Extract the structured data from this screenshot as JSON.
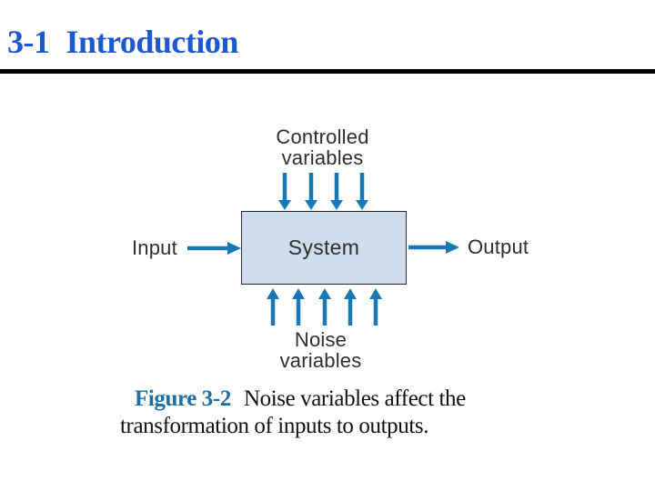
{
  "slide": {
    "title_number": "3-1",
    "title_text": "Introduction"
  },
  "figure": {
    "controlled_label": [
      "Controlled",
      "variables"
    ],
    "noise_label": [
      "Noise",
      "variables"
    ],
    "system_label": "System",
    "input_label": "Input",
    "output_label": "Output",
    "num_top_arrows": 4,
    "num_bottom_arrows": 5
  },
  "caption": {
    "figure_label": "Figure 3-2",
    "line1": "Noise variables affect the",
    "line2": "transformation of inputs to outputs."
  },
  "colors": {
    "title_blue": "#1c59d1",
    "figure_label_blue": "#1e6fa4",
    "arrow_blue": "#1878b4",
    "box_fill": "#cedcec",
    "box_border": "#262626"
  }
}
